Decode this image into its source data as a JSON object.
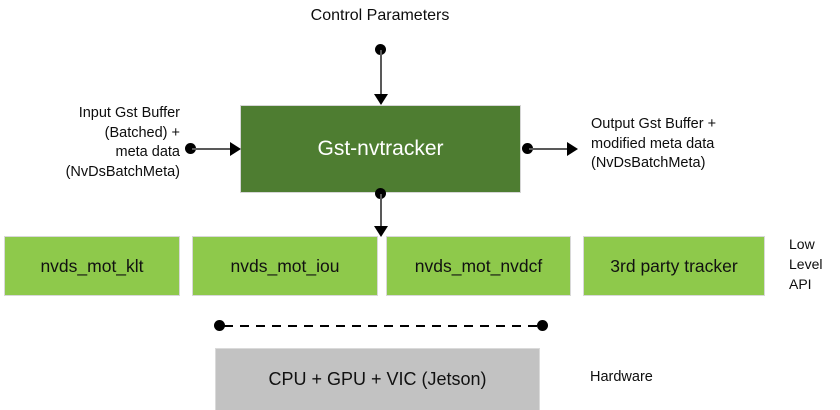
{
  "diagram": {
    "title_top": "Control Parameters",
    "center_block": {
      "label": "Gst-nvtracker",
      "fill_color": "#4e7d31",
      "text_color": "#ffffff"
    },
    "input_label": "Input Gst Buffer\n(Batched) +\nmeta data\n(NvDsBatchMeta)",
    "output_label": "Output Gst Buffer +\nmodified meta data\n(NvDsBatchMeta)",
    "tier_labels": {
      "low_level_api": "Low\nLevel\nAPI",
      "hardware": "Hardware"
    },
    "low_level_boxes": [
      {
        "label": "nvds_mot_klt",
        "fill_color": "#8ec94b"
      },
      {
        "label": "nvds_mot_iou",
        "fill_color": "#8ec94b"
      },
      {
        "label": "nvds_mot_nvdcf",
        "fill_color": "#8ec94b"
      },
      {
        "label": "3rd party tracker",
        "fill_color": "#8ec94b"
      }
    ],
    "hardware_box": {
      "label": "CPU + GPU + VIC (Jetson)",
      "fill_color": "#c2c2c2"
    },
    "connectors": [
      {
        "name": "control-parameters-arrow",
        "style": "solid-arrow",
        "direction": "down"
      },
      {
        "name": "input-arrow",
        "style": "solid-arrow",
        "direction": "right"
      },
      {
        "name": "output-arrow",
        "style": "solid-arrow",
        "direction": "right"
      },
      {
        "name": "tracker-to-lowlevel-arrow",
        "style": "solid-arrow",
        "direction": "down"
      },
      {
        "name": "lowlevel-to-hardware-link",
        "style": "dashed-line",
        "direction": "horizontal"
      }
    ]
  }
}
